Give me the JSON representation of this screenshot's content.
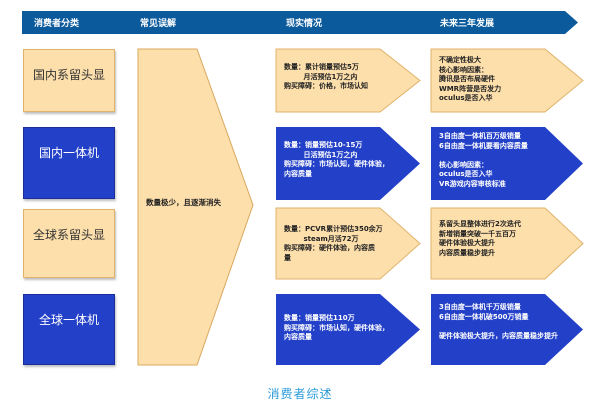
{
  "header": {
    "columns": [
      "消费者分类",
      "常见误解",
      "现实情况",
      "未来三年发展"
    ],
    "color": "#0a5a9c"
  },
  "categories": [
    {
      "label": "国内系留头显",
      "style": "light"
    },
    {
      "label": "国内一体机",
      "style": "dark"
    },
    {
      "label": "全球系留头显",
      "style": "light"
    },
    {
      "label": "全球一体机",
      "style": "dark"
    }
  ],
  "misconception": {
    "text": "数量极少，且逐渐消失"
  },
  "reality": [
    {
      "text": "数量：累计销量预估5万\n        月活预估1万之内\n购买障碍：价格，市场认知"
    },
    {
      "text": "数量：销量预估10-15万\n        日活预估1万之内\n购买障碍：市场认知，硬件体验，\n内容质量"
    },
    {
      "text": "数量：PCVR累计预估350余万\n        steam月活72万\n购买障碍：硬件体验，内容质\n量"
    },
    {
      "text": "数量：销量预估110万\n购买障碍：市场认知，硬件体验，\n内容质量"
    }
  ],
  "future": [
    {
      "text": "不确定性极大\n核心影响因素：\n腾讯是否布局硬件\nWMR阵营是否发力\noculus是否入华"
    },
    {
      "text": "3自由度一体机百万级销量\n6自由度一体机要看内容质量\n\n核心影响因素：\noculus是否入华\nVR游戏内容审核标准"
    },
    {
      "text": "系留头显整体进行2次迭代\n新增销量突破一千五百万\n硬件体验极大提升\n内容质量稳步提升"
    },
    {
      "text": "3自由度一体机千万级销量\n6自由度一体机破500万销量\n\n硬件体验极大提升，内容质量稳步提升"
    }
  ],
  "colors": {
    "light_fill": "#fddfac",
    "light_border": "#e0b36a",
    "dark_fill": "#2340c8",
    "footer_text": "#2a9ad8"
  },
  "footer": {
    "title": "消费者综述"
  }
}
